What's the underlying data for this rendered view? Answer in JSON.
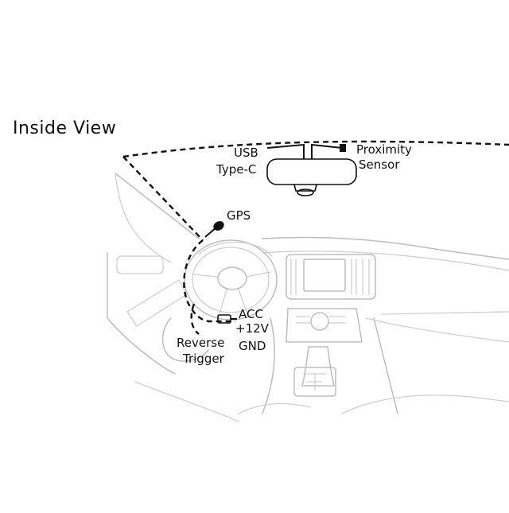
{
  "diagram": {
    "title": "Inside View",
    "labels": {
      "usb": "USB",
      "type_c": "Type-C",
      "proximity": "Proximity",
      "sensor": "Sensor",
      "gps": "GPS",
      "acc": "ACC",
      "v12": "+12V",
      "gnd": "GND",
      "reverse": "Reverse",
      "trigger": "Trigger"
    },
    "colors": {
      "line": "#111111",
      "sketch": "#c8c8c8",
      "background": "#ffffff"
    }
  }
}
